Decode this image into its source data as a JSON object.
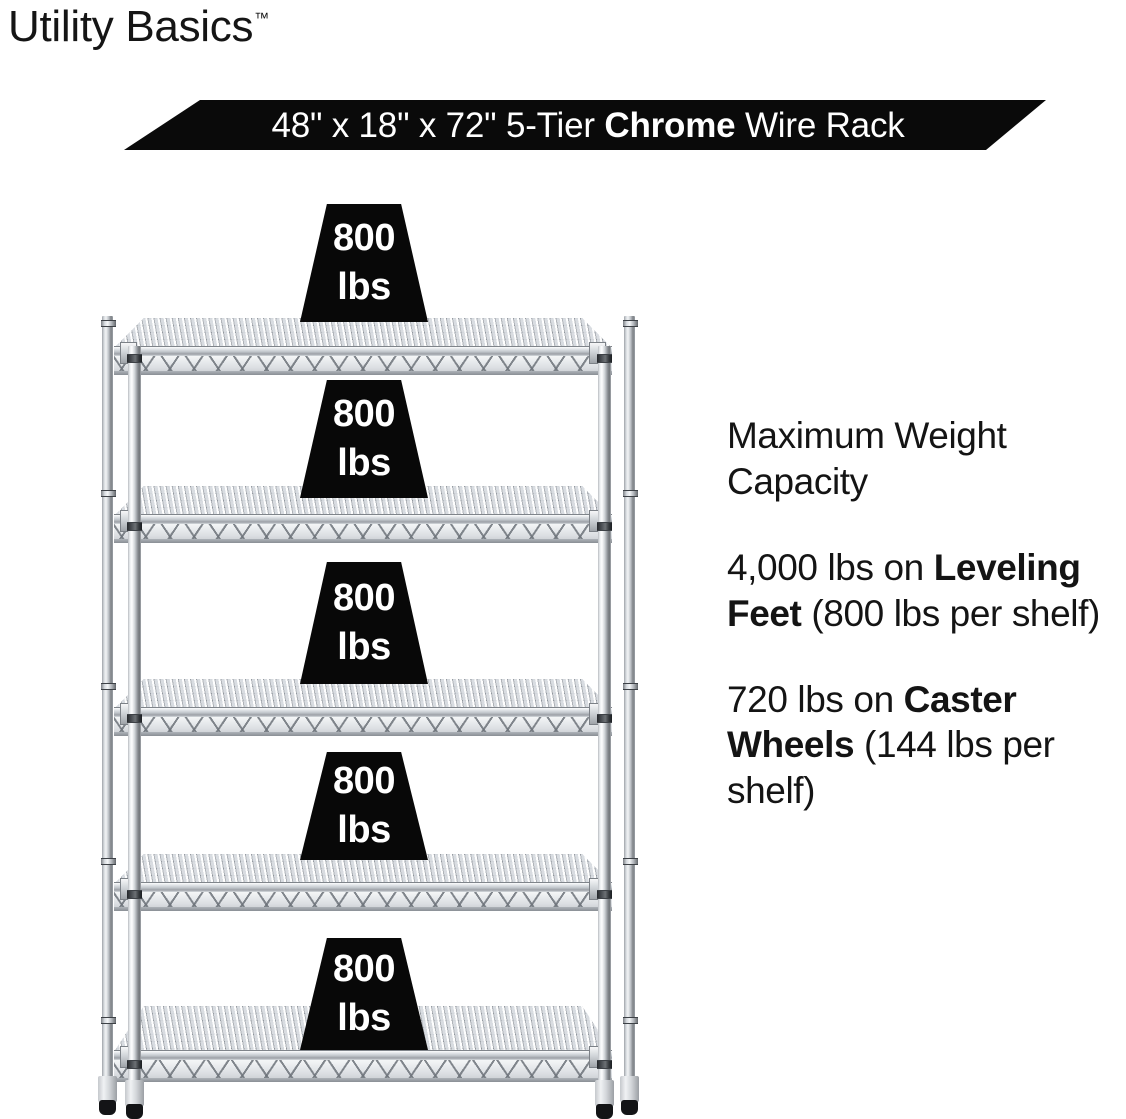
{
  "brand": {
    "name": "Utility Basics",
    "trademark": "™"
  },
  "banner": {
    "dimensions": "48\" x 18\" x 72\"",
    "tier": "5-Tier",
    "material": "Chrome",
    "product": "Wire Rack",
    "full_text": "48\" x 18\" x 72\" 5-Tier Chrome Wire Rack",
    "background_color": "#0a0a0a",
    "text_color": "#ffffff"
  },
  "rack": {
    "tier_count": 5,
    "shelves": [
      {
        "index": 1,
        "badge": {
          "value": "800",
          "unit": "lbs"
        }
      },
      {
        "index": 2,
        "badge": {
          "value": "800",
          "unit": "lbs"
        }
      },
      {
        "index": 3,
        "badge": {
          "value": "800",
          "unit": "lbs"
        }
      },
      {
        "index": 4,
        "badge": {
          "value": "800",
          "unit": "lbs"
        }
      },
      {
        "index": 5,
        "badge": {
          "value": "800",
          "unit": "lbs"
        }
      }
    ]
  },
  "specs": {
    "heading": "Maximum Weight Capacity",
    "leveling_feet": {
      "total": "4,000 lbs",
      "on_text": " lbs on ",
      "lead": "4,000",
      "mount_bold": "Leveling Feet",
      "per_shelf": " (800 lbs per shelf)"
    },
    "caster_wheels": {
      "lead": "720",
      "on_text": " lbs on ",
      "mount_bold": "Caster Wheels",
      "per_shelf": " (144 lbs per shelf)"
    }
  },
  "colors": {
    "ink": "#141414",
    "badge_bg": "#080808",
    "badge_text": "#ffffff",
    "chrome_light": "#f4f6f8",
    "chrome_mid": "#c2c7cc",
    "chrome_dark": "#6e7277",
    "foot_black": "#131416"
  }
}
